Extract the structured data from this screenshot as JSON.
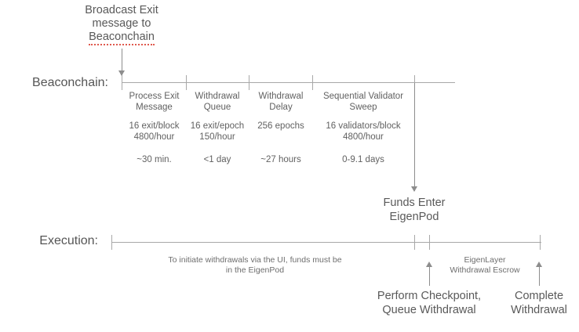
{
  "diagram": {
    "title_note": {
      "line1": "Broadcast Exit",
      "line2": "message to",
      "line3": "Beaconchain"
    },
    "rows": {
      "beaconchain_label": "Beaconchain:",
      "execution_label": "Execution:"
    },
    "beaconchain_segments": [
      {
        "name_line1": "Process Exit",
        "name_line2": "Message",
        "rate_line1": "16 exit/block",
        "rate_line2": "4800/hour",
        "duration": "~30 min."
      },
      {
        "name_line1": "Withdrawal",
        "name_line2": "Queue",
        "rate_line1": "16 exit/epoch",
        "rate_line2": "150/hour",
        "duration": "<1 day"
      },
      {
        "name_line1": "Withdrawal",
        "name_line2": "Delay",
        "rate_line1": "256 epochs",
        "rate_line2": "",
        "duration": "~27 hours"
      },
      {
        "name_line1": "Sequential Validator",
        "name_line2": "Sweep",
        "rate_line1": "16 validators/block",
        "rate_line2": "4800/hour",
        "duration": "0-9.1 days"
      }
    ],
    "funds_enter": {
      "line1": "Funds Enter",
      "line2": "EigenPod"
    },
    "execution_note": {
      "line1": "To initiate withdrawals via the UI, funds must be",
      "line2": "in the EigenPod"
    },
    "escrow_note": {
      "line1": "EigenLayer",
      "line2": "Withdrawal Escrow"
    },
    "bottom_labels": [
      {
        "line1": "Perform Checkpoint,",
        "line2": "Queue Withdrawal"
      },
      {
        "line1": "Complete",
        "line2": "Withdrawal"
      }
    ],
    "colors": {
      "text": "#595959",
      "line": "#a8a8a8",
      "arrow": "#8d8d8d",
      "spellcheck_underline": "#e05a4f"
    }
  }
}
